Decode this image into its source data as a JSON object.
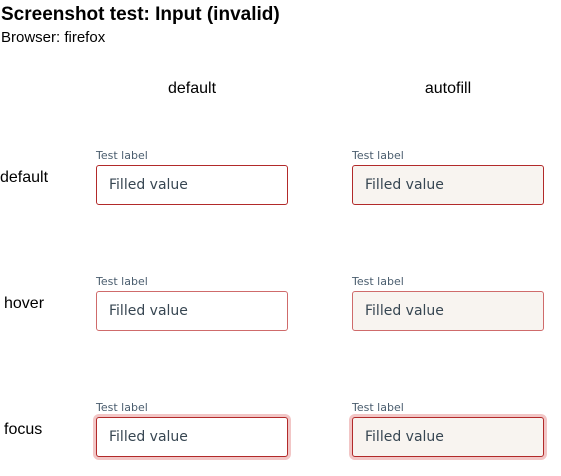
{
  "page": {
    "title": "Screenshot test: Input (invalid)",
    "subtitle": "Browser: firefox"
  },
  "columns": [
    "default",
    "autofill"
  ],
  "rows": [
    "default",
    "hover",
    "focus"
  ],
  "field": {
    "label": "Test label",
    "value": "Filled value"
  },
  "colors": {
    "invalid_border": "#b22a2a",
    "hover_border": "#cf6b6b",
    "focus_ring": "#f2c6c6",
    "autofill_bg": "#f8f4f0",
    "label_text": "#4a5d6e"
  }
}
